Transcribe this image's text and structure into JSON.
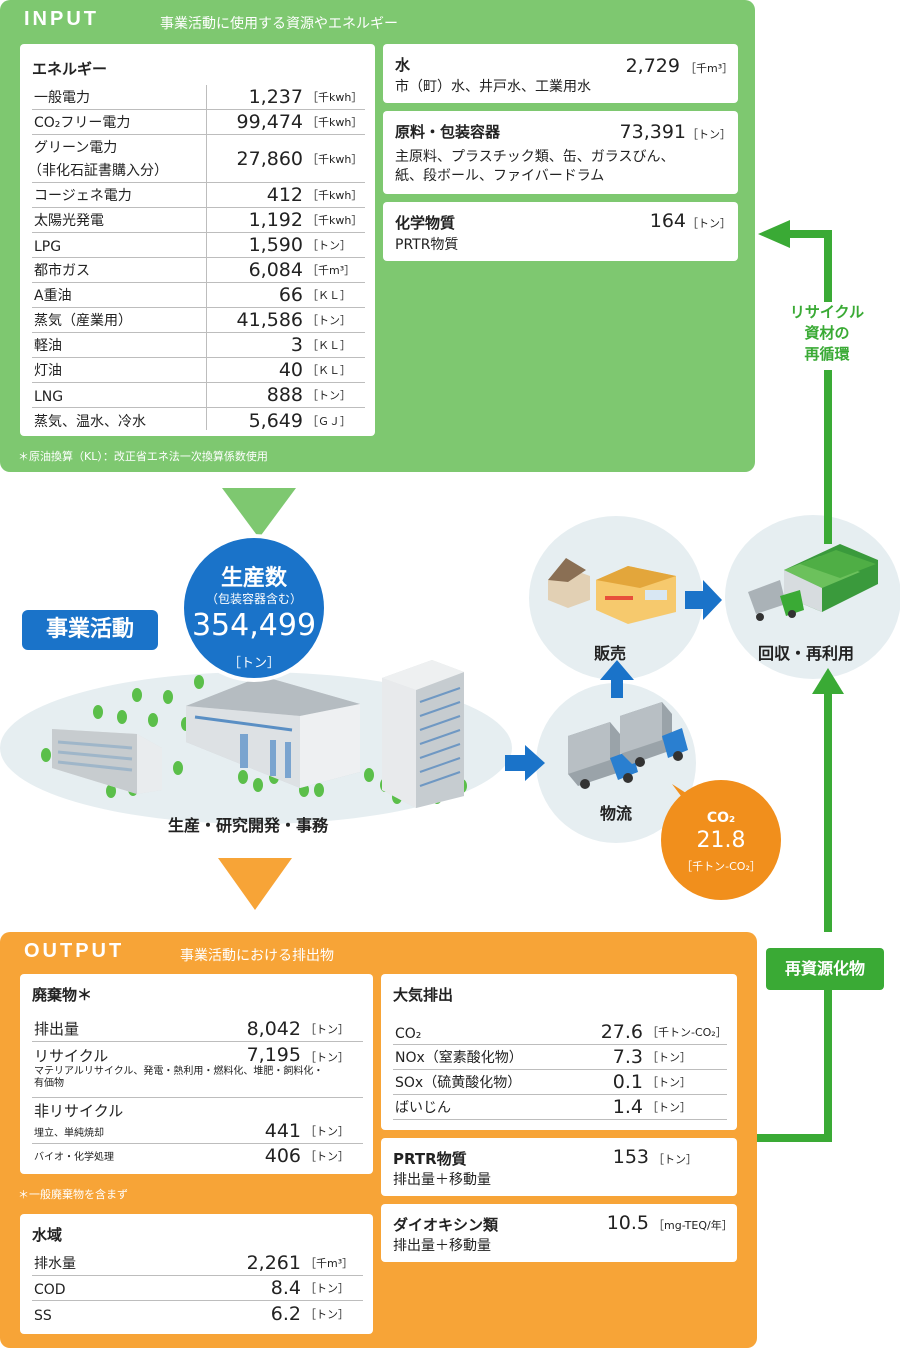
{
  "input": {
    "header": "INPUT",
    "subtitle": "事業活動に使用する資源やエネルギー",
    "energy": {
      "title": "エネルギー",
      "rows": [
        {
          "label": "一般電力",
          "value": "1,237",
          "unit": "［千kwh］"
        },
        {
          "label": "CO₂フリー電力",
          "value": "99,474",
          "unit": "［千kwh］"
        },
        {
          "label": "グリーン電力",
          "label2": "（非化石証書購入分）",
          "value": "27,860",
          "unit": "［千kwh］"
        },
        {
          "label": "コージェネ電力",
          "value": "412",
          "unit": "［千kwh］"
        },
        {
          "label": "太陽光発電",
          "value": "1,192",
          "unit": "［千kwh］"
        },
        {
          "label": "LPG",
          "value": "1,590",
          "unit": "［トン］"
        },
        {
          "label": "都市ガス",
          "value": "6,084",
          "unit": "［千m³］"
        },
        {
          "label": " A重油",
          "value": "66",
          "unit": "［ＫＬ］"
        },
        {
          "label": "蒸気（産業用）",
          "value": "41,586",
          "unit": "［トン］"
        },
        {
          "label": "軽油",
          "value": "3",
          "unit": "［ＫＬ］"
        },
        {
          "label": "灯油",
          "value": "40",
          "unit": "［ＫＬ］"
        },
        {
          "label": "LNG",
          "value": "888",
          "unit": "［トン］"
        },
        {
          "label": "蒸気、温水、冷水",
          "value": "5,649",
          "unit": "［ＧＪ］"
        }
      ]
    },
    "water": {
      "title": "水",
      "desc": "市（町）水、井戸水、工業用水",
      "value": "2,729",
      "unit": "［千m³］"
    },
    "materials": {
      "title": "原料・包装容器",
      "desc1": "主原料、プラスチック類、缶、ガラスびん、",
      "desc2": "紙、段ボール、ファイバードラム",
      "value": "73,391",
      "unit": "［トン］"
    },
    "chemicals": {
      "title": "化学物質",
      "desc": "PRTR物質",
      "value": "164",
      "unit": "［トン］"
    },
    "note": "＊原油換算（KL）：改正省エネ法一次換算係数使用"
  },
  "middle": {
    "business": "事業活動",
    "production_title": "生産数",
    "production_sub": "（包装容器含む）",
    "production_value": "354,499",
    "production_unit": "［トン］",
    "factory_label": "生産・研究開発・事務",
    "logistics_label": "物流",
    "sales_label": "販売",
    "recovery_label": "回収・再利用",
    "co2_title": "CO₂",
    "co2_value": "21.8",
    "co2_unit": "［千トン-CO₂］",
    "recycle_label_1": "リサイクル",
    "recycle_label_2": "資材の",
    "recycle_label_3": "再循環",
    "reresource_label": "再資源化物"
  },
  "output": {
    "header": "OUTPUT",
    "subtitle": "事業活動における排出物",
    "waste": {
      "title": "廃棄物＊",
      "discharge": {
        "label": "排出量",
        "value": "8,042",
        "unit": "［トン］"
      },
      "recycle": {
        "label": "リサイクル",
        "desc1": "マテリアルリサイクル、発電・熱利用・燃料化、堆肥・飼料化・",
        "desc2": "有価物",
        "value": "7,195",
        "unit": "［トン］"
      },
      "nonrecycle": {
        "label": "非リサイクル",
        "desc": "埋立、単純焼却",
        "value": "441",
        "unit": "［トン］"
      },
      "bio": {
        "label": "バイオ・化学処理",
        "value": "406",
        "unit": "［トン］"
      }
    },
    "waste_note": "＊一般廃棄物を含まず",
    "water": {
      "title": "水域",
      "rows": [
        {
          "label": "排水量",
          "value": "2,261",
          "unit": "［千m³］"
        },
        {
          "label": "COD",
          "value": "8.4",
          "unit": "［トン］"
        },
        {
          "label": "SS",
          "value": "6.2",
          "unit": "［トン］"
        }
      ]
    },
    "air": {
      "title": "大気排出",
      "rows": [
        {
          "label": "CO₂",
          "value": "27.6",
          "unit": "［千トン-CO₂］"
        },
        {
          "label": "NOx（窒素酸化物）",
          "value": "7.3",
          "unit": "［トン］"
        },
        {
          "label": "SOx（硫黄酸化物）",
          "value": "0.1",
          "unit": "［トン］"
        },
        {
          "label": "ばいじん",
          "value": "1.4",
          "unit": "［トン］"
        }
      ]
    },
    "prtr": {
      "title": "PRTR物質",
      "desc": "排出量＋移動量",
      "value": "153",
      "unit": "［トン］"
    },
    "dioxin": {
      "title": "ダイオキシン類",
      "desc": "排出量＋移動量",
      "value": "10.5",
      "unit": "［mg-TEQ/年］"
    }
  },
  "colors": {
    "input_green": "#7ec870",
    "output_orange": "#f7a437",
    "arrow_blue": "#1a73c9",
    "recycle_green": "#3aaa35",
    "co2_orange": "#f18f1c"
  }
}
